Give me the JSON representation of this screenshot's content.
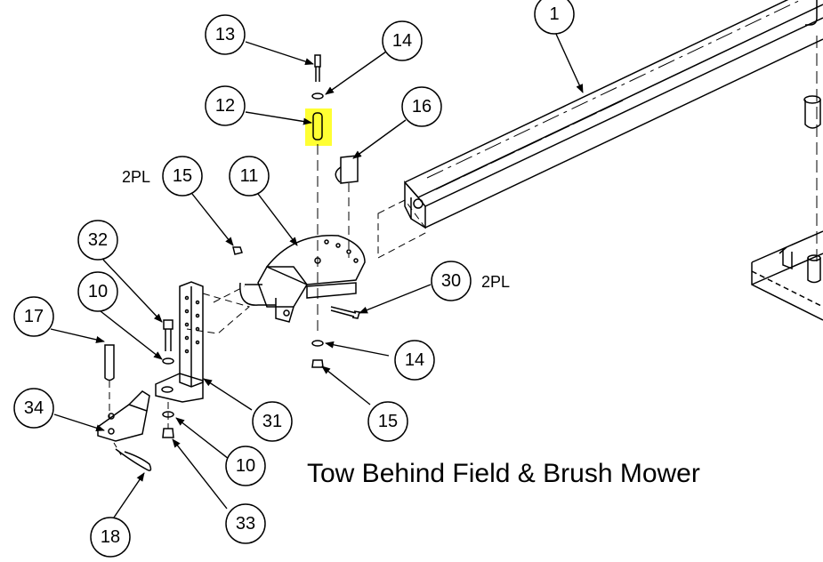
{
  "diagram": {
    "caption": "Tow Behind Field & Brush Mower",
    "highlight_color": "#ffff33",
    "callouts": [
      {
        "id": "c1",
        "label": "1"
      },
      {
        "id": "c13",
        "label": "13"
      },
      {
        "id": "c14a",
        "label": "14"
      },
      {
        "id": "c12",
        "label": "12"
      },
      {
        "id": "c16",
        "label": "16"
      },
      {
        "id": "c15a",
        "label": "15"
      },
      {
        "id": "c11",
        "label": "11"
      },
      {
        "id": "c32",
        "label": "32"
      },
      {
        "id": "c10a",
        "label": "10"
      },
      {
        "id": "c17",
        "label": "17"
      },
      {
        "id": "c30",
        "label": "30"
      },
      {
        "id": "c14b",
        "label": "14"
      },
      {
        "id": "c15b",
        "label": "15"
      },
      {
        "id": "c34",
        "label": "34"
      },
      {
        "id": "c31",
        "label": "31"
      },
      {
        "id": "c10b",
        "label": "10"
      },
      {
        "id": "c33",
        "label": "33"
      },
      {
        "id": "c18",
        "label": "18"
      }
    ],
    "notes": {
      "n15": "2PL",
      "n30": "2PL"
    }
  }
}
